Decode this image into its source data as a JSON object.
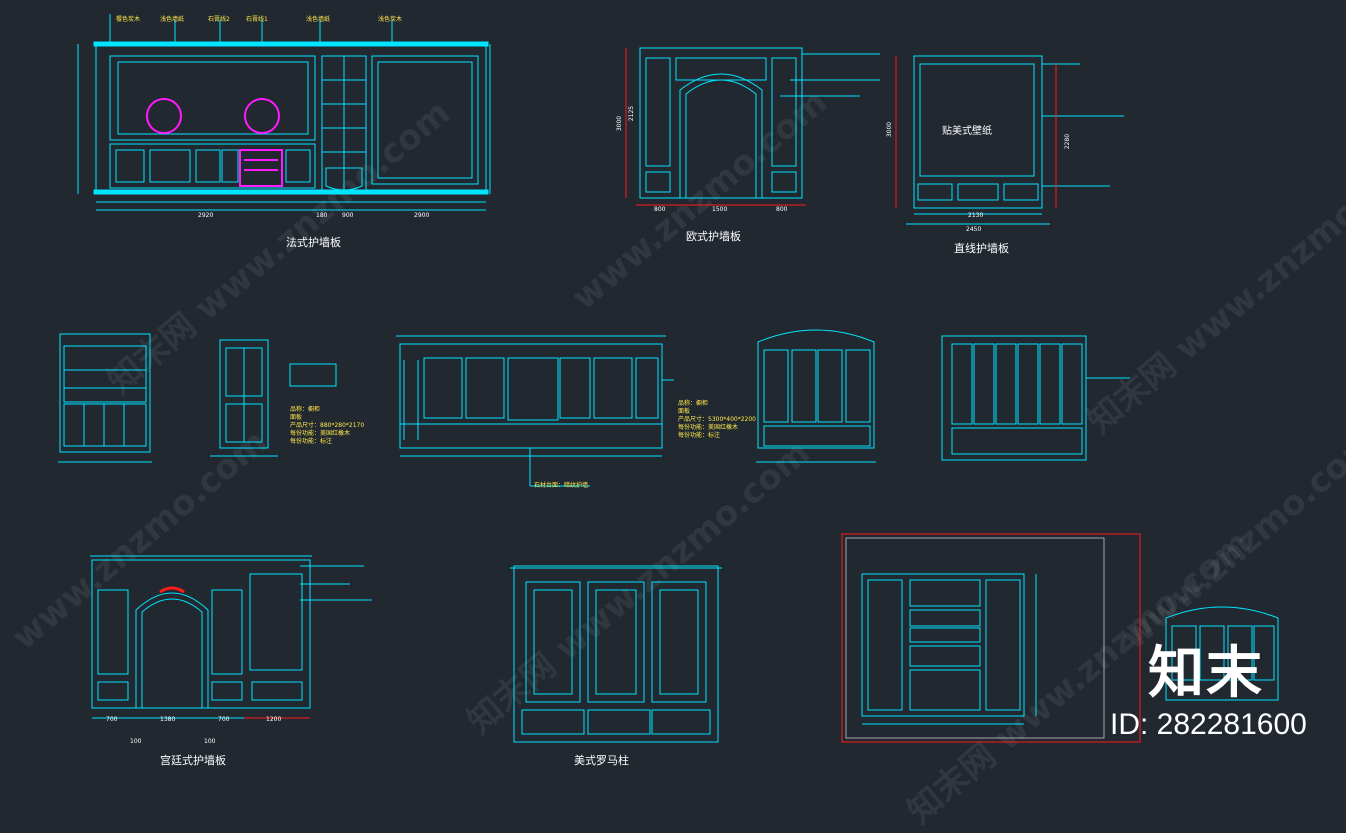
{
  "colors": {
    "background": "#212830",
    "line": "#00e5ff",
    "magenta": "#ff1aff",
    "red": "#ff1a1a",
    "white": "#ffffff",
    "yellow": "#ffe94a"
  },
  "titles": {
    "french": "法式护墙板",
    "european": "欧式护墙板",
    "straight": "直线护墙板",
    "palace": "宫廷式护墙板",
    "american": "美式罗马柱"
  },
  "french_panel": {
    "top_notes": [
      "樱色炭木",
      "浅色墙纸",
      "石膏线2",
      "石膏线1",
      "浅色墙纸",
      "浅色炭木"
    ],
    "dims_bottom": [
      "2920",
      "180",
      "900",
      "2900"
    ]
  },
  "european_panel": {
    "dims_bottom": [
      "800",
      "1500",
      "800"
    ],
    "dim_left": "3000",
    "dim_inner": "2125"
  },
  "straight_panel": {
    "wall_text": "贴美式壁纸",
    "dims_bottom": [
      "2130",
      "2450"
    ],
    "dim_left": "3000",
    "dim_right": "2280"
  },
  "wardrobe_spec": {
    "lines": [
      "品称：橱柜",
      "面板",
      "产品尺寸：880*280*2170",
      "每份功能：美国红橡木",
      "每份功能：标注"
    ]
  },
  "bar_spec": {
    "lines": [
      "品称：橱柜",
      "面板",
      "产品尺寸：5300*400*2200",
      "每份功能：美国红橡木",
      "每份功能：标注"
    ],
    "note": "石材台面：暗纹护墙"
  },
  "palace_panel": {
    "dims_bottom": [
      "700",
      "1380",
      "700",
      "1200"
    ],
    "dims_sub": [
      "100",
      "100"
    ]
  },
  "badge": {
    "logo": "知末",
    "id": "ID: 282281600"
  },
  "watermarks": [
    "知末网 www.znzmo.com",
    "www.znzmo.com",
    "知末网 www.znzmo.com",
    "www.znzmo.com",
    "知末网 www.znzmo.com",
    "www.znzmo.com",
    "知末网 www.znzmo.com"
  ]
}
